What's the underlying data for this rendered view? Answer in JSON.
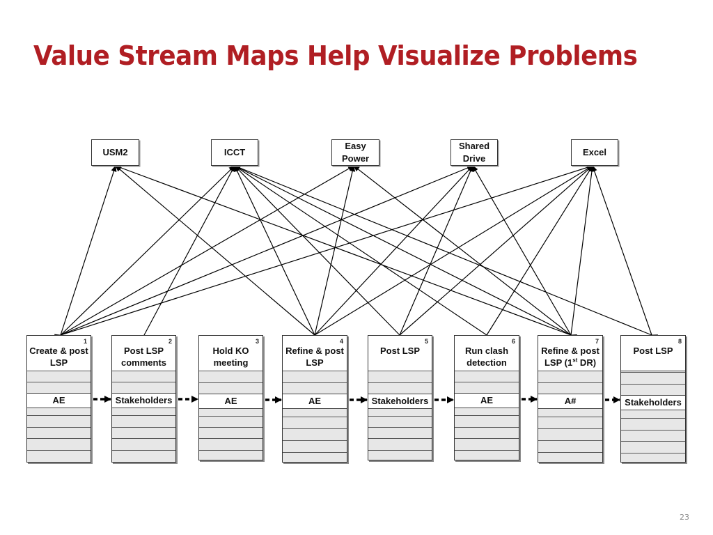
{
  "slide": {
    "title": "Value Stream Maps Help Visualize Problems",
    "slide_number": "23"
  },
  "systems": [
    {
      "id": "usm2",
      "label": "USM2"
    },
    {
      "id": "icct",
      "label": "ICCT"
    },
    {
      "id": "easy-power",
      "label": "Easy\nPower"
    },
    {
      "id": "shared-drive",
      "label": "Shared\nDrive"
    },
    {
      "id": "excel",
      "label": "Excel"
    }
  ],
  "processes": [
    {
      "number": "1",
      "title": "Create & post\nLSP",
      "role": "AE"
    },
    {
      "number": "2",
      "title": "Post LSP\ncomments",
      "role": "Stakeholders"
    },
    {
      "number": "3",
      "title": "Hold KO\nmeeting",
      "role": "AE"
    },
    {
      "number": "4",
      "title": "Refine & post\nLSP",
      "role": "AE"
    },
    {
      "number": "5",
      "title": "Post LSP",
      "role": "Stakeholders"
    },
    {
      "number": "6",
      "title": "Run clash\ndetection",
      "role": "AE"
    },
    {
      "number": "7",
      "title": "Refine & post\nLSP (1st DR)",
      "role": "A#"
    },
    {
      "number": "8",
      "title": "Post LSP",
      "role": "Stakeholders"
    }
  ],
  "links": [
    {
      "process": "1",
      "system": "usm2"
    },
    {
      "process": "1",
      "system": "icct"
    },
    {
      "process": "1",
      "system": "easy-power"
    },
    {
      "process": "1",
      "system": "shared-drive"
    },
    {
      "process": "1",
      "system": "excel"
    },
    {
      "process": "2",
      "system": "icct"
    },
    {
      "process": "4",
      "system": "usm2"
    },
    {
      "process": "4",
      "system": "icct"
    },
    {
      "process": "4",
      "system": "easy-power"
    },
    {
      "process": "4",
      "system": "shared-drive"
    },
    {
      "process": "4",
      "system": "excel"
    },
    {
      "process": "5",
      "system": "icct"
    },
    {
      "process": "5",
      "system": "shared-drive"
    },
    {
      "process": "5",
      "system": "excel"
    },
    {
      "process": "6",
      "system": "icct"
    },
    {
      "process": "6",
      "system": "excel"
    },
    {
      "process": "7",
      "system": "usm2"
    },
    {
      "process": "7",
      "system": "icct"
    },
    {
      "process": "7",
      "system": "easy-power"
    },
    {
      "process": "7",
      "system": "shared-drive"
    },
    {
      "process": "7",
      "system": "excel"
    },
    {
      "process": "8",
      "system": "icct"
    },
    {
      "process": "8",
      "system": "excel"
    }
  ],
  "flow_arrows": 7,
  "colors": {
    "title": "#b01e23",
    "box_fill": "#e7e7e7",
    "line": "#000000",
    "slide_number": "#8a8a8a"
  }
}
